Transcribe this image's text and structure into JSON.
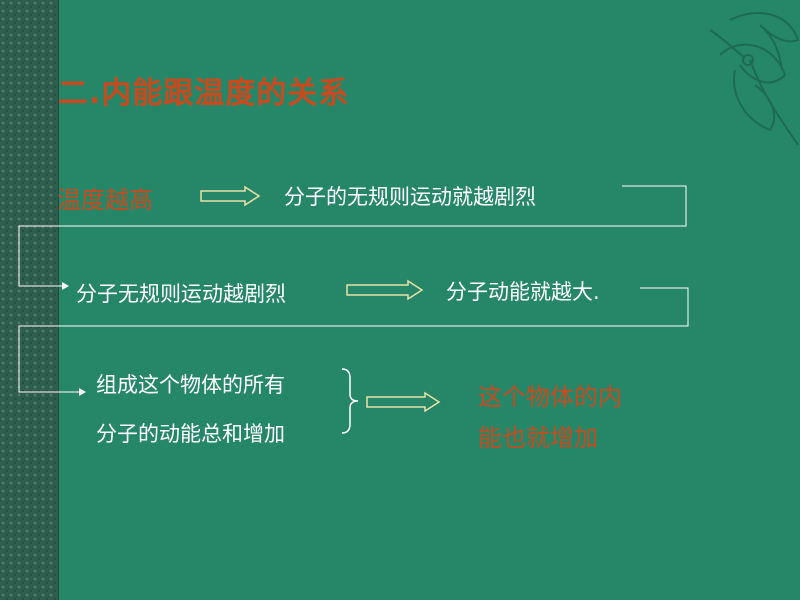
{
  "slide": {
    "title": "二.内能跟温度的关系",
    "row1": {
      "left": "温度越高",
      "right": "分子的无规则运动就越剧烈"
    },
    "row2": {
      "left": "分子无规则运动越剧烈",
      "right": "分子动能就越大."
    },
    "row3": {
      "line1": "组成这个物体的所有",
      "line2": "分子的动能总和增加",
      "result_line1": "这个物体的内",
      "result_line2": "能也就增加"
    }
  },
  "colors": {
    "background": "#258768",
    "accent": "#c84a1e",
    "text": "#ffffff"
  }
}
